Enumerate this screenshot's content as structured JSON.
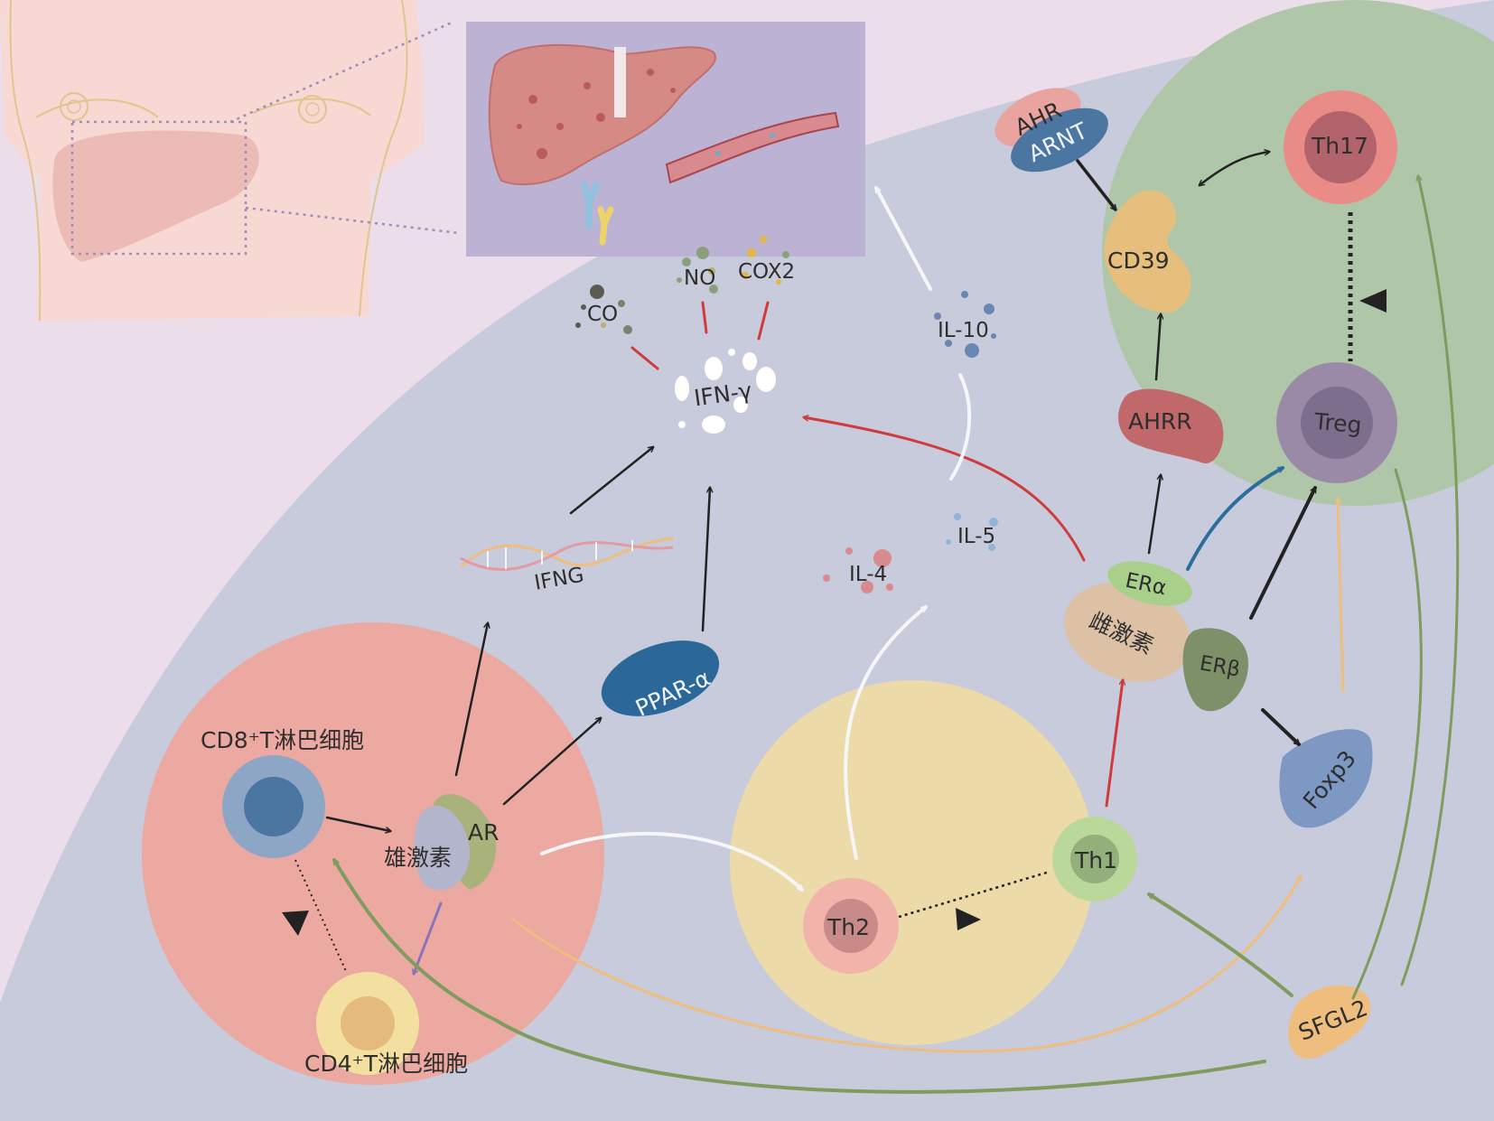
{
  "colors": {
    "background": "#ebdde9",
    "blue_region": "#c8cbdb",
    "green_region": "#afc6a9",
    "red_region": "#eca9a1",
    "yellow_region": "#ecdba8",
    "arrow_red": "#cf3b3b",
    "arrow_green": "#7f9c5e",
    "arrow_orange": "#efbe7e",
    "arrow_blue": "#2c6d9e",
    "arrow_white": "#f6f6f8",
    "arrow_black": "#222222"
  },
  "icons": [
    "torso-icon",
    "liver-icon",
    "blood-vessel-icon",
    "antibody-icon",
    "dna-icon"
  ],
  "labels": {
    "cd8_t_cell": "CD8⁺T淋巴细胞",
    "cd4_t_cell": "CD4⁺T淋巴细胞",
    "androgen": "雄激素",
    "ar": "AR",
    "ppar_alpha": "PPAR-α",
    "ifng_gene": "IFNG",
    "ifn_gamma": "IFN-γ",
    "co": "CO",
    "no": "NO",
    "cox2": "COX2",
    "il10": "IL-10",
    "il5": "IL-5",
    "il4": "IL-4",
    "th2": "Th2",
    "th1": "Th1",
    "estrogen": "雌激素",
    "er_alpha": "ERα",
    "er_beta": "ERβ",
    "foxp3": "Foxp3",
    "sfgl2": "SFGL2",
    "ahr": "AHR",
    "arnt": "ARNT",
    "cd39": "CD39",
    "ahrr": "AHRR",
    "th17": "Th17",
    "treg": "Treg"
  }
}
